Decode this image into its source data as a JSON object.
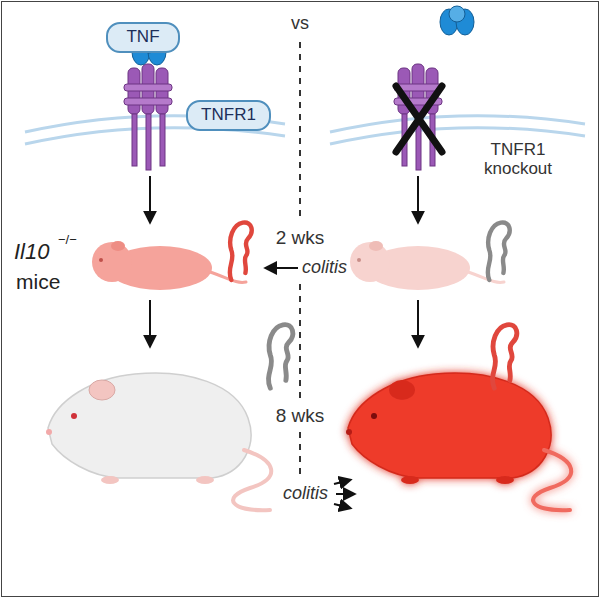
{
  "diagram": {
    "nodes": [
      {
        "text": [
          "TNF"
        ]
      },
      {
        "text": [
          "TNFR1"
        ]
      }
    ],
    "labels": [
      "vs",
      "TNFR1 knockout",
      "Il10",
      "−/−",
      "mice",
      "2 wks",
      "colitis",
      "8 wks",
      "colitis"
    ]
  }
}
